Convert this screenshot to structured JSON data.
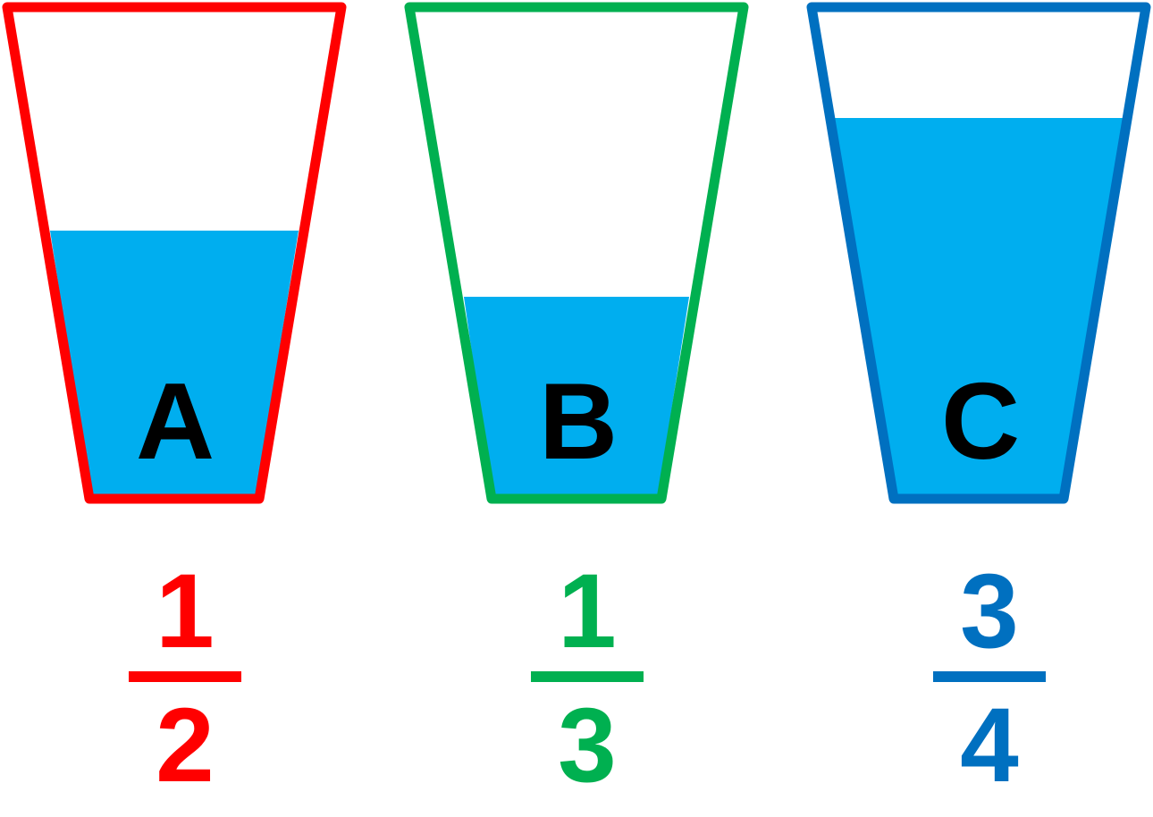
{
  "water_color": "#00AEEF",
  "cups": [
    {
      "letter": "A",
      "outline_color": "#FF0000",
      "fill_level": "1/2",
      "fraction": {
        "numerator": "1",
        "denominator": "2"
      }
    },
    {
      "letter": "B",
      "outline_color": "#00B050",
      "fill_level": "1/3",
      "fraction": {
        "numerator": "1",
        "denominator": "3"
      }
    },
    {
      "letter": "C",
      "outline_color": "#0070C0",
      "fill_level": "3/4",
      "fraction": {
        "numerator": "3",
        "denominator": "4"
      }
    }
  ]
}
